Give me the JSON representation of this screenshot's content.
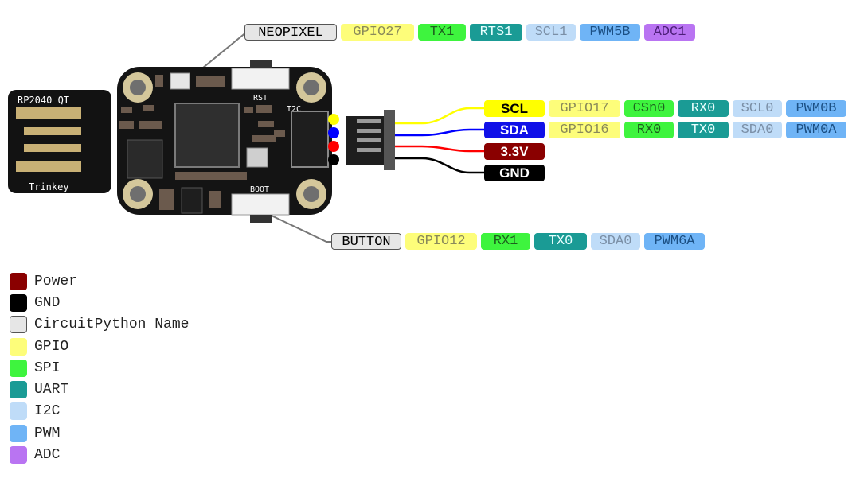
{
  "board": {
    "label_top": "RP2040 QT",
    "label_bottom": "Trinkey",
    "rst_label": "RST",
    "boot_label": "BOOT",
    "i2c_label": "I2C"
  },
  "pins": {
    "neopixel": [
      "NEOPIXEL",
      "GPIO27",
      "TX1",
      "RTS1",
      "SCL1",
      "PWM5B",
      "ADC1"
    ],
    "scl": [
      "SCL",
      "GPIO17",
      "CSn0",
      "RX0",
      "SCL0",
      "PWM0B"
    ],
    "sda": [
      "SDA",
      "GPIO16",
      "RX0",
      "TX0",
      "SDA0",
      "PWM0A"
    ],
    "power": "3.3V",
    "gnd": "GND",
    "button": [
      "BUTTON",
      "GPIO12",
      "RX1",
      "TX0",
      "SDA0",
      "PWM6A"
    ]
  },
  "legend": [
    {
      "label": "Power",
      "color": "#8a0000"
    },
    {
      "label": "GND",
      "color": "#000000"
    },
    {
      "label": "CircuitPython Name",
      "color": "#e6e6e6"
    },
    {
      "label": "GPIO",
      "color": "#fdfd7a"
    },
    {
      "label": "SPI",
      "color": "#3ef43e"
    },
    {
      "label": "UART",
      "color": "#1a9b95"
    },
    {
      "label": "I2C",
      "color": "#bfdcf8"
    },
    {
      "label": "PWM",
      "color": "#6fb4f6"
    },
    {
      "label": "ADC",
      "color": "#b974f2"
    }
  ],
  "wire_colors": {
    "scl": "#ffff00",
    "sda": "#0000ff",
    "power": "#ff0000",
    "gnd": "#000000"
  }
}
